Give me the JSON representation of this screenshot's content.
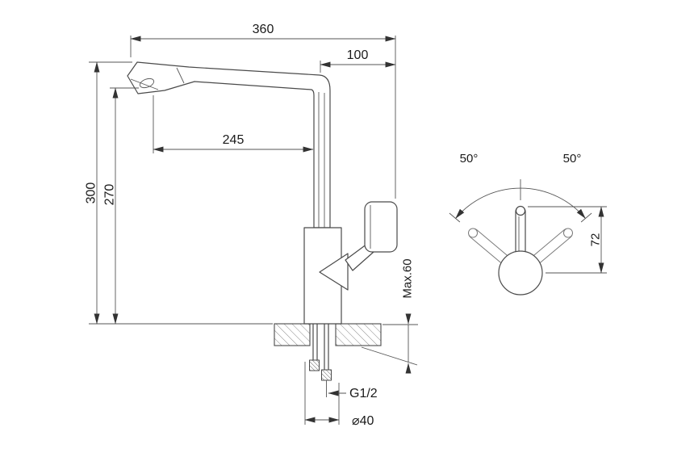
{
  "side_view": {
    "dims": {
      "total_width": "360",
      "handle_offset": "100",
      "spout_reach": "245",
      "total_height": "300",
      "spout_height": "270",
      "max_counter_thickness": "Max.60",
      "thread_size": "G1/2",
      "hole_diameter": "⌀40"
    }
  },
  "rotation_view": {
    "dims": {
      "swing_left": "50°",
      "swing_right": "50°",
      "lever_length": "72"
    }
  },
  "colors": {
    "background": "#ffffff",
    "outline": "#4a4a4a",
    "dimension_line": "#555555",
    "text": "#1a1a1a",
    "hatch": "#8a8a8a"
  }
}
